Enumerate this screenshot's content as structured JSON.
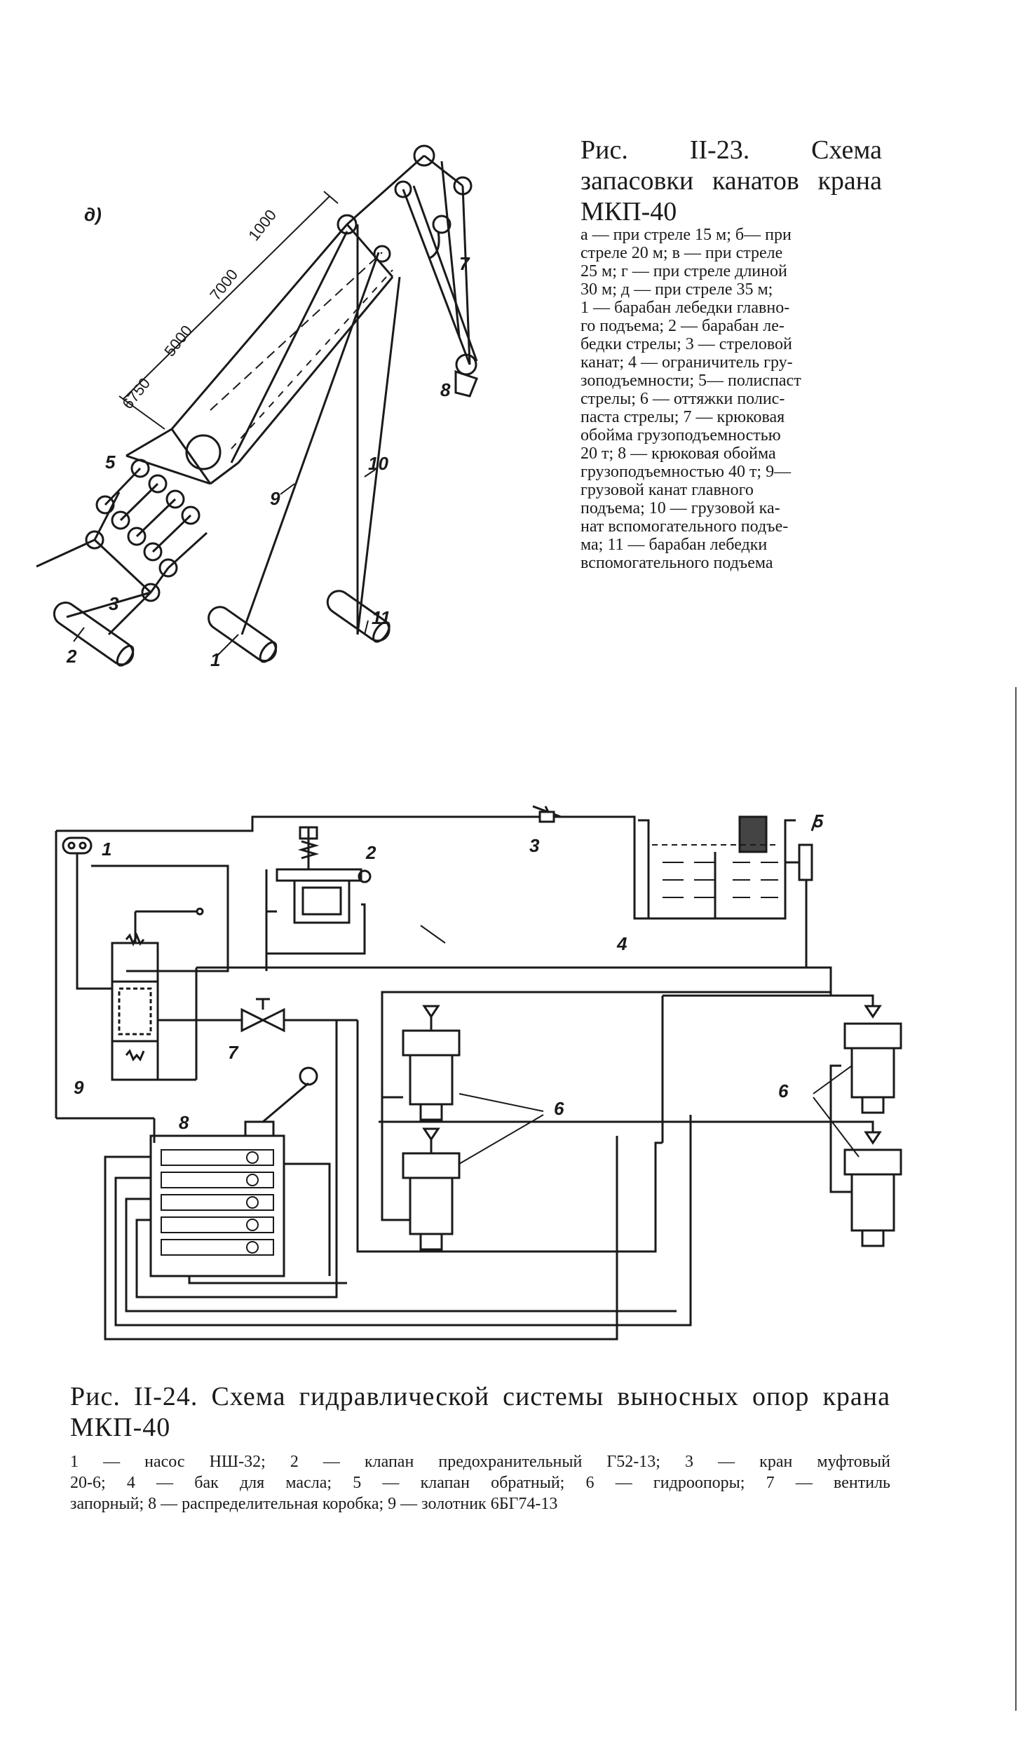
{
  "fig1": {
    "title": "Рис. II-23. Схема запасовки канатов крана МКП-40",
    "variant_label": "д)",
    "dimensions": [
      "6750",
      "5000",
      "7000",
      "1000"
    ],
    "legend_lines": [
      "а — при стреле 15 м; б— при",
      "стреле 20 м; в — при стреле",
      "25 м; г — при стреле длиной",
      "30 м; д — при стреле 35 м;",
      "1 — барабан лебедки главно-",
      "го подъема; 2 — барабан ле-",
      "бедки стрелы; 3 — стреловой",
      "канат; 4 — ограничитель гру-",
      "зоподъемности; 5— полиспаст",
      "стрелы; 6 — оттяжки полис-",
      "паста стрелы; 7 — крюковая",
      "обойма грузоподъемностью",
      "20 т; 8 — крюковая обойма",
      "грузоподъемностью 40 т; 9—",
      "грузовой канат главного",
      "подъема; 10 — грузовой ка-",
      "нат вспомогательного подъе-",
      "ма; 11 — барабан лебедки",
      "вспомогательного подъема"
    ],
    "labels": {
      "l1": "1",
      "l2": "2",
      "l3": "3",
      "l5": "5",
      "l7": "7",
      "l8": "8",
      "l9": "9",
      "l10": "10",
      "l11": "11"
    }
  },
  "fig2": {
    "title_line1": "Рис. II-24. Схема гидравлической системы выносных опор крана",
    "title_line2": "МКП-40",
    "legend_line1": "1 — насос НШ-32; 2 — клапан предохранительный Г52-13; 3 — кран муфтовый",
    "legend_line2": "20-6; 4 — бак для масла; 5 — клапан обратный; 6 — гидроопоры; 7 — вентиль",
    "legend_line3": "запорный; 8 — распределительная коробка; 9 — золотник 6БГ74-13",
    "labels": {
      "l1": "1",
      "l2": "2",
      "l3": "3",
      "l4": "4",
      "l5": "5",
      "l6a": "6",
      "l6b": "6",
      "l7": "7",
      "l8": "8",
      "l9": "9"
    }
  }
}
